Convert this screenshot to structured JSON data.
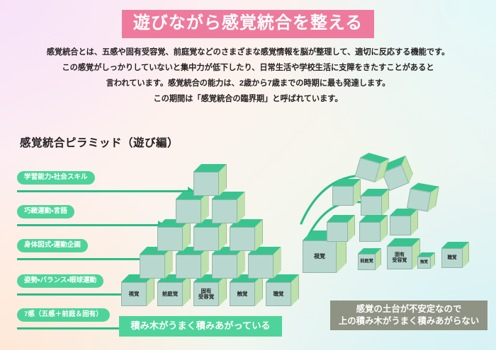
{
  "title": {
    "text": "遊びながら感覚統合を整える",
    "banner_color": "#ee7b9d",
    "text_color": "#ffffff"
  },
  "intro": {
    "lines": [
      "感覚統合とは、五感や固有受容覚、前庭覚などのさまざまな感覚情報を脳が整理して、適切に反応する機能です。",
      "この感覚がしっかりしていないと集中力が低下したり、日常生活や学校生活に支障をきたすことがあると",
      "言われています。感覚統合の能力は、2歳から7歳までの時期に最も発達します。",
      "この期間は「感覚統合の臨界期」と呼ばれています。"
    ]
  },
  "section": {
    "heading": "感覚統合ピラミッド（遊び編）"
  },
  "labels": {
    "pill_color": "#4ed49a",
    "arrow_color": "#2bbd86",
    "items": [
      {
        "text": "学習能力・社会スキル",
        "arrow_length": 250
      },
      {
        "text": "巧緻運動・言語",
        "arrow_length": 208
      },
      {
        "text": "身体図式・運動企画",
        "arrow_length": 205
      },
      {
        "text": "姿勢・バランス・眼球運動",
        "arrow_length": 168
      },
      {
        "text": "7感（五感＋前庭＆固有）",
        "arrow_length": 163
      }
    ]
  },
  "cube_colors": {
    "front": "#b8d8cf",
    "top": "#39c48f",
    "side": "#bde0ac",
    "outline": "#8fb5ac"
  },
  "pyramid_left": {
    "name": "stable-pyramid",
    "base_labels": [
      "視覚",
      "前庭覚",
      "固有\n受容覚",
      "触覚",
      "聴覚"
    ],
    "rows": [
      5,
      4,
      3,
      2,
      1
    ],
    "caption": "積み木がうまく積みあがっている",
    "caption_color": "#4ed49a"
  },
  "pyramid_right": {
    "name": "unstable-pyramid",
    "base_labels": [
      "視覚",
      "前庭覚",
      "固有\n受容覚",
      "触覚",
      "聴覚"
    ],
    "caption_line1": "感覚の土台が不安定なので",
    "caption_line2": "上の積み木がうまく積みあがらない",
    "caption_color": "#8f9383",
    "arc_color": "#2bbd86"
  }
}
